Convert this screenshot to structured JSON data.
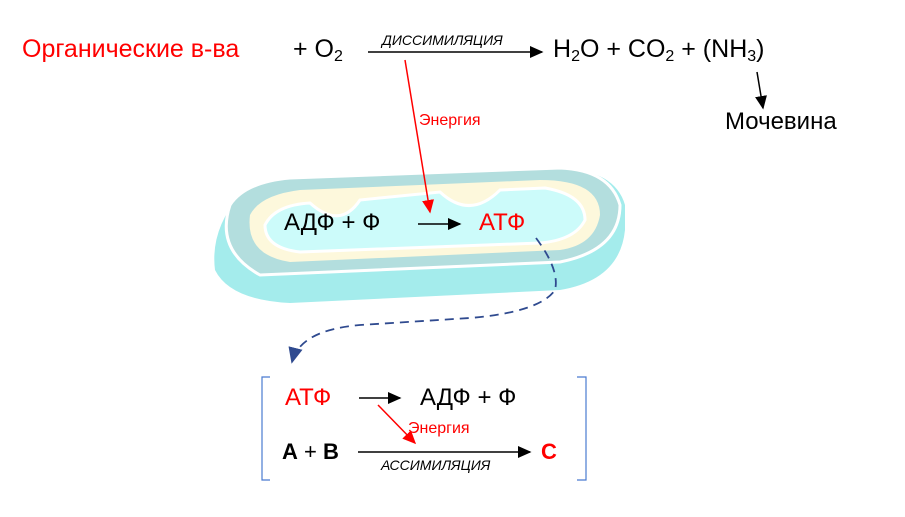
{
  "top_equation": {
    "reactant_organic": "Органические в-ва",
    "plus_o2": "+ O",
    "o2_sub": "2",
    "process_label": "ДИССИМИЛЯЦИЯ",
    "product_h2o_h": "H",
    "product_h2o_sub": "2",
    "product_h2o_o": "O + CO",
    "product_co2_sub": "2",
    "product_nh3": "+ (NH",
    "nh3_sub": "3",
    "nh3_close": ")",
    "urea": "Мочевина",
    "energy_label": "Энергия"
  },
  "mitochondrion": {
    "reactants": "АДФ + Ф",
    "product": "АТФ"
  },
  "bottom_box": {
    "atp": "АТФ",
    "adp_products": "АДФ + Ф",
    "energy_label": "Энергия",
    "reactants_a": "A",
    "plus": "+",
    "reactants_b": "B",
    "process_label": "АССИМИЛЯЦИЯ",
    "product_c": "C"
  },
  "colors": {
    "accent_red": "#ff0000",
    "dashed_arrow": "#2f4a8f",
    "bracket": "#4a7bd0"
  }
}
